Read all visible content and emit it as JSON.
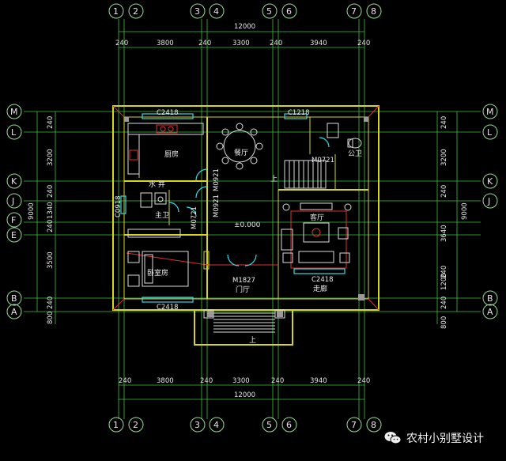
{
  "axes_top": [
    "1",
    "2",
    "3",
    "4",
    "5",
    "6",
    "7",
    "8"
  ],
  "axes_bottom": [
    "1",
    "2",
    "3",
    "4",
    "5",
    "6",
    "7",
    "8"
  ],
  "axes_left": [
    "M",
    "L",
    "K",
    "J",
    "F",
    "E",
    "B",
    "A"
  ],
  "axes_right": [
    "M",
    "L",
    "K",
    "J",
    "B",
    "A"
  ],
  "dims_top": {
    "total": "12000",
    "segments": [
      "240",
      "3800",
      "240",
      "3300",
      "240",
      "3940",
      "240"
    ]
  },
  "dims_bottom": {
    "total": "12000",
    "segments": [
      "240",
      "3800",
      "240",
      "3300",
      "240",
      "3940",
      "240"
    ]
  },
  "dims_left": {
    "total": "9000",
    "segments": [
      "240",
      "3200",
      "240",
      "1340",
      "240",
      "3500",
      "240",
      "800"
    ]
  },
  "dims_right": {
    "total": "9000",
    "segments": [
      "240",
      "3200",
      "240",
      "3640",
      "240",
      "1200",
      "240",
      "800"
    ]
  },
  "rooms": {
    "kitchen": "厨房",
    "dining": "餐厅",
    "bath_public": "公卫",
    "water_well": "水 井",
    "bath_master": "主卫",
    "bedroom": "卧室房",
    "living": "客厅",
    "foyer": "门厅",
    "porch": "走廊",
    "elevation": "±0.000"
  },
  "openings": {
    "c2418_top": "C2418",
    "c1218": "C1218",
    "m0721_bath": "M0721",
    "m0921_kitchen": "M0921",
    "m0921_main": "M0921",
    "m0721_master": "M0721",
    "c0918": "C0918",
    "m1827": "M1827",
    "c2418_living": "C2418",
    "c2418_bottom": "C2418"
  },
  "stair_labels": {
    "up_main": "上",
    "up_porch": "上"
  },
  "watermark": "农村小别墅设计"
}
